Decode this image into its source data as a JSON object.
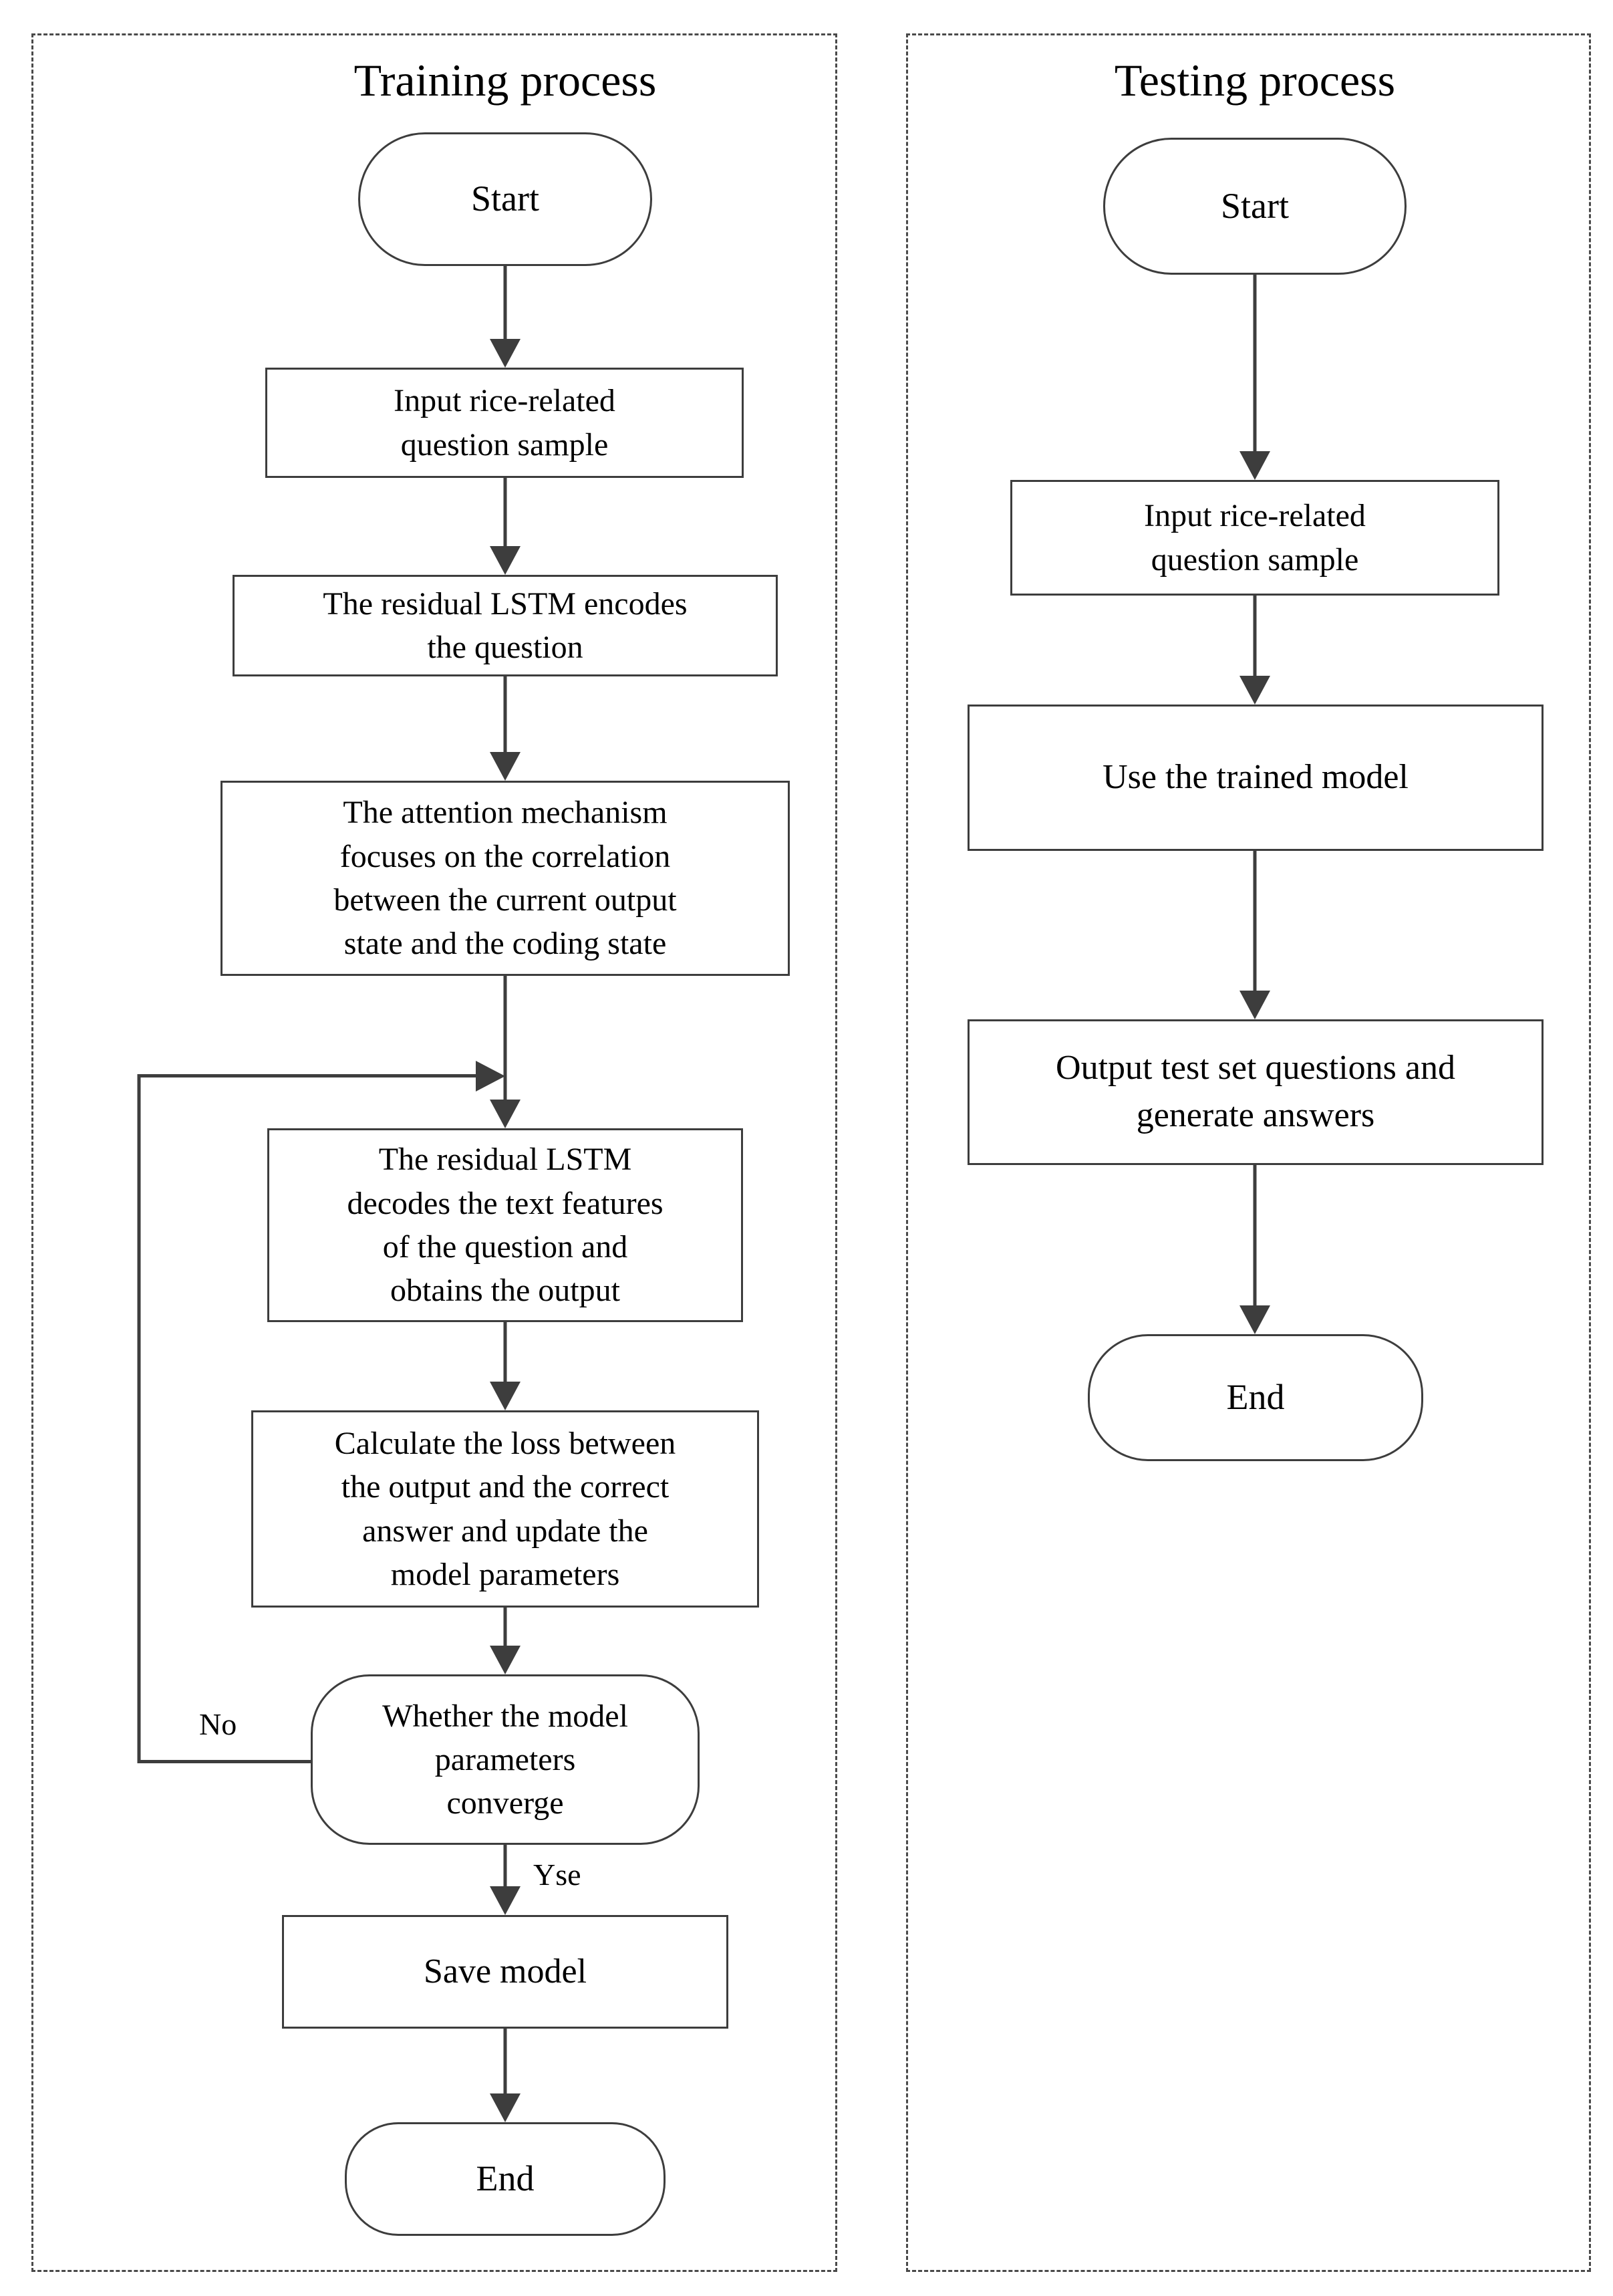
{
  "colors": {
    "line": "#3d3d3d",
    "text": "#000000",
    "background": "#ffffff"
  },
  "training": {
    "title": "Training process",
    "start": "Start",
    "input": "Input rice-related\nquestion sample",
    "encode": "The residual LSTM encodes\nthe question",
    "attention": "The attention mechanism\nfocuses on the correlation\nbetween the current output\nstate and the coding state",
    "decode": "The residual LSTM\ndecodes the text features\nof the question and\nobtains the output",
    "loss": "Calculate the loss between\nthe output and the correct\nanswer and update the\nmodel parameters",
    "decision": "Whether the model\nparameters\nconverge",
    "no_label": "No",
    "yes_label": "Yse",
    "save": "Save model",
    "end": "End"
  },
  "testing": {
    "title": "Testing process",
    "start": "Start",
    "input": "Input rice-related\nquestion sample",
    "use_model": "Use the trained model",
    "output": "Output test set questions and\ngenerate answers",
    "end": "End"
  }
}
